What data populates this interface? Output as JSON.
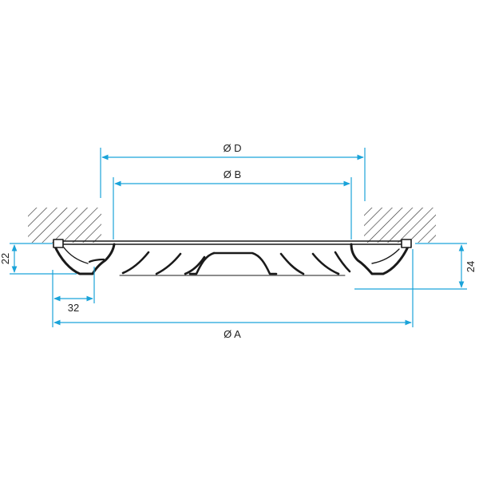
{
  "colors": {
    "dimension": "#1aa3d9",
    "outline": "#1a1a1a",
    "hatch": "#333333",
    "background": "#ffffff"
  },
  "labels": {
    "diameter_d": "Ø D",
    "diameter_b": "Ø B",
    "diameter_a": "Ø A",
    "height_left": "22",
    "height_right": "24",
    "flange_width": "32"
  }
}
